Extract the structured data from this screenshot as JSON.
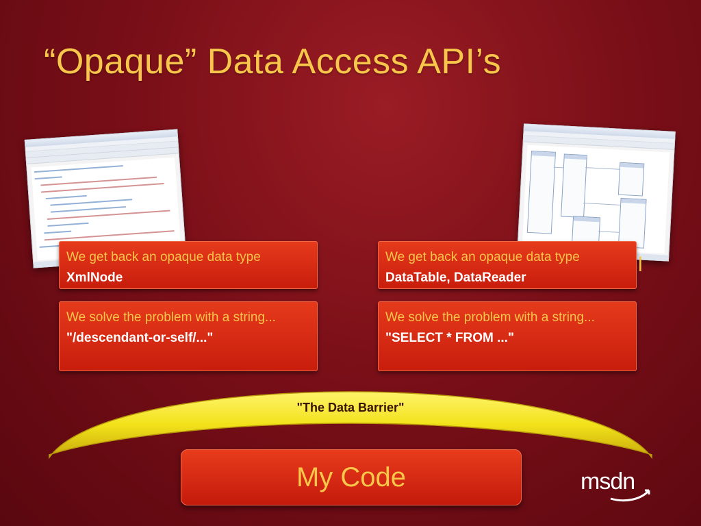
{
  "slide": {
    "title": "“Opaque” Data Access API’s"
  },
  "left_column": {
    "box1": {
      "text": "We get back an opaque data type",
      "bold": "XmlNode"
    },
    "box2": {
      "text": "We solve the problem with a string...",
      "bold": "\"/descendant-or-self/...\""
    }
  },
  "right_column": {
    "box1": {
      "text": "We get back an opaque data type",
      "bold": "DataTable, DataReader"
    },
    "box2": {
      "text": "We solve the problem with a string...",
      "bold": "\"SELECT * FROM ...\""
    },
    "partial_glyph": "l"
  },
  "barrier": {
    "label": "\"The Data Barrier\""
  },
  "code": {
    "label": "My Code"
  },
  "brand": {
    "logo": "msdn",
    "icon": "msdn-logo"
  },
  "colors": {
    "title": "#f7c64a",
    "box": "#d8280f",
    "barrier": "#f2e21a",
    "background": "#7a0f18"
  }
}
